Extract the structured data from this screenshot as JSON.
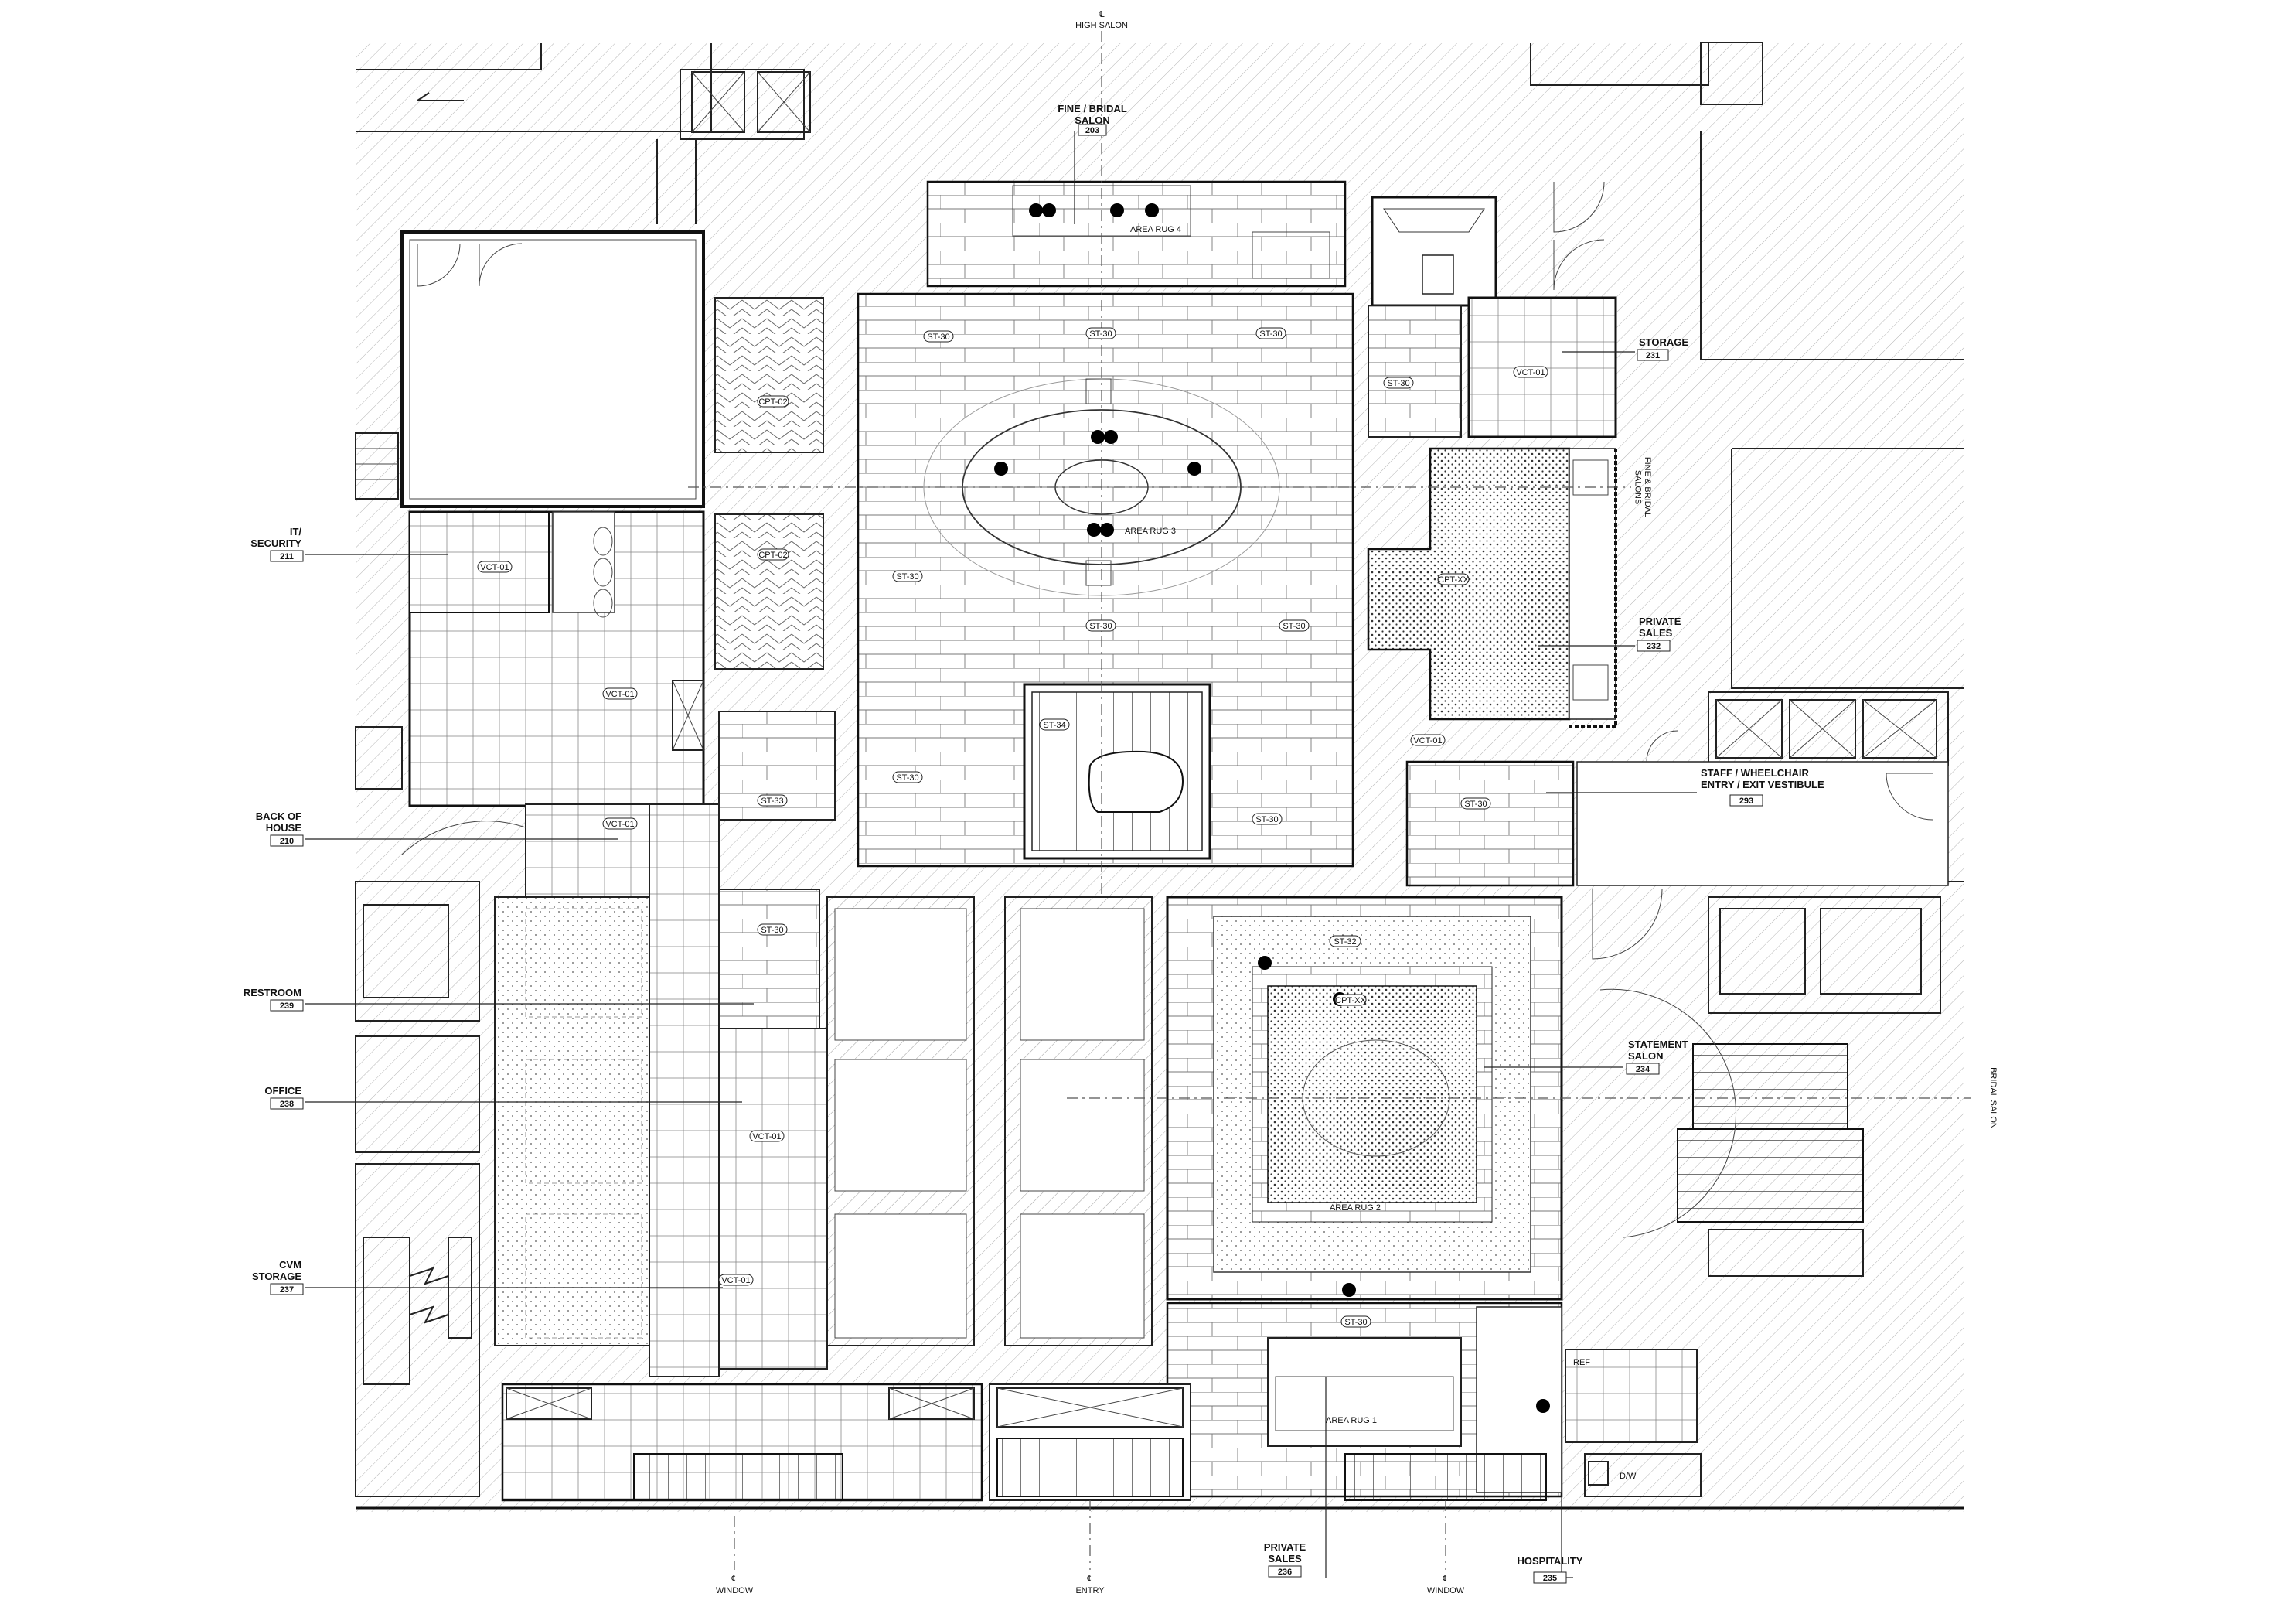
{
  "rooms": [
    {
      "id": "fine",
      "name": "FINE / BRIDAL\nSALON",
      "number": "203"
    },
    {
      "id": "storage",
      "name": "STORAGE",
      "number": "231"
    },
    {
      "id": "it",
      "name": "IT/\nSECURITY",
      "number": "211"
    },
    {
      "id": "private232",
      "name": "PRIVATE\nSALES",
      "number": "232"
    },
    {
      "id": "staff",
      "name": "STAFF / WHEELCHAIR\nENTRY / EXIT VESTIBULE",
      "number": "293"
    },
    {
      "id": "back",
      "name": "BACK OF\nHOUSE",
      "number": "210"
    },
    {
      "id": "restroom",
      "name": "RESTROOM",
      "number": "239"
    },
    {
      "id": "office",
      "name": "OFFICE",
      "number": "238"
    },
    {
      "id": "statement",
      "name": "STATEMENT\nSALON",
      "number": "234"
    },
    {
      "id": "cvm",
      "name": "CVM\nSTORAGE",
      "number": "237"
    },
    {
      "id": "private236",
      "name": "PRIVATE\nSALES",
      "number": "236"
    },
    {
      "id": "hospitality",
      "name": "HOSPITALITY",
      "number": "235"
    }
  ],
  "axis_labels": {
    "high_salon": "HIGH SALON",
    "fine_bridal_salons": "FINE & BRIDAL\nSALONS",
    "bridal_salon": "BRIDAL SALON",
    "window_left": "WINDOW",
    "entry": "ENTRY",
    "window_right": "WINDOW",
    "centerline_symbol": "℄"
  },
  "finish_tags": [
    "ST-30",
    "ST-30",
    "ST-30",
    "ST-30",
    "ST-30",
    "ST-30",
    "ST-30",
    "ST-30",
    "ST-30",
    "ST-30",
    "ST-30",
    "ST-30",
    "ST-33",
    "ST-34",
    "VCT-01",
    "VCT-01",
    "VCT-01",
    "VCT-01",
    "VCT-01",
    "VCT-01",
    "VCT-01",
    "CPT-02",
    "CPT-02",
    "CPT-XX",
    "CPT-XX",
    "ST-32"
  ],
  "notes": {
    "area_rug_4": "AREA RUG 4",
    "area_rug_3": "AREA RUG 3",
    "area_rug_2": "AREA RUG 2",
    "area_rug_1": "AREA RUG 1",
    "ref": "REF",
    "dw": "D/W"
  }
}
